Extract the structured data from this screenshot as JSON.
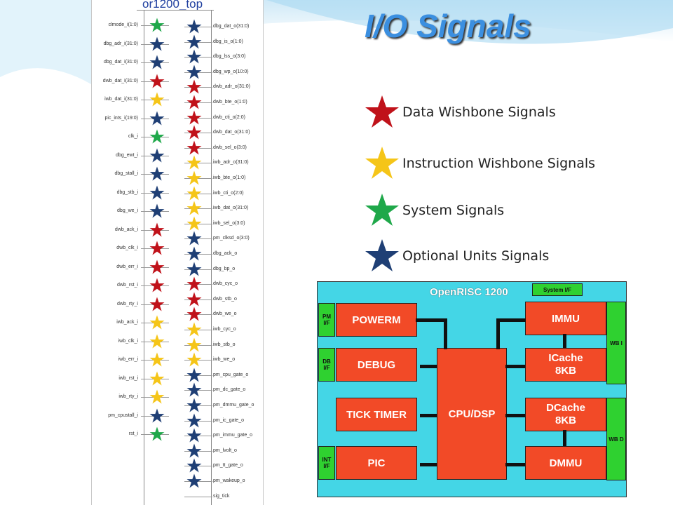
{
  "title": "I/O Signals",
  "top_module": "or1200_top",
  "legend": [
    {
      "label": "Data Wishbone Signals",
      "color": "#c0121a"
    },
    {
      "label": "Instruction Wishbone Signals",
      "color": "#f5c518"
    },
    {
      "label": "System Signals",
      "color": "#1fa84a"
    },
    {
      "label": "Optional Units  Signals",
      "color": "#1f3f75"
    }
  ],
  "left_pins": [
    {
      "name": "clmode_i(1:0)",
      "kind": "system"
    },
    {
      "name": "dbg_adr_i(31:0)",
      "kind": "optional"
    },
    {
      "name": "dbg_dat_i(31:0)",
      "kind": "optional"
    },
    {
      "name": "dwb_dat_i(31:0)",
      "kind": "data"
    },
    {
      "name": "iwb_dat_i(31:0)",
      "kind": "instruction"
    },
    {
      "name": "pic_ints_i(19:0)",
      "kind": "optional"
    },
    {
      "name": "clk_i",
      "kind": "system"
    },
    {
      "name": "dbg_ewt_i",
      "kind": "optional"
    },
    {
      "name": "dbg_stall_i",
      "kind": "optional"
    },
    {
      "name": "dbg_stb_i",
      "kind": "optional"
    },
    {
      "name": "dbg_we_i",
      "kind": "optional"
    },
    {
      "name": "dwb_ack_i",
      "kind": "data"
    },
    {
      "name": "dwb_clk_i",
      "kind": "data"
    },
    {
      "name": "dwb_err_i",
      "kind": "data"
    },
    {
      "name": "dwb_rst_i",
      "kind": "data"
    },
    {
      "name": "dwb_rty_i",
      "kind": "data"
    },
    {
      "name": "iwb_ack_i",
      "kind": "instruction"
    },
    {
      "name": "iwb_clk_i",
      "kind": "instruction"
    },
    {
      "name": "iwb_err_i",
      "kind": "instruction"
    },
    {
      "name": "iwb_rst_i",
      "kind": "instruction"
    },
    {
      "name": "iwb_rty_i",
      "kind": "instruction"
    },
    {
      "name": "pm_cpustall_i",
      "kind": "optional"
    },
    {
      "name": "rst_i",
      "kind": "system"
    }
  ],
  "right_pins": [
    {
      "name": "dbg_dat_o(31:0)",
      "kind": "optional"
    },
    {
      "name": "dbg_is_o(1:0)",
      "kind": "optional"
    },
    {
      "name": "dbg_lss_o(3:0)",
      "kind": "optional"
    },
    {
      "name": "dbg_wp_o(10:0)",
      "kind": "optional"
    },
    {
      "name": "dwb_adr_o(31:0)",
      "kind": "data"
    },
    {
      "name": "dwb_bte_o(1:0)",
      "kind": "data"
    },
    {
      "name": "dwb_cti_o(2:0)",
      "kind": "data"
    },
    {
      "name": "dwb_dat_o(31:0)",
      "kind": "data"
    },
    {
      "name": "dwb_sel_o(3:0)",
      "kind": "data"
    },
    {
      "name": "iwb_adr_o(31:0)",
      "kind": "instruction"
    },
    {
      "name": "iwb_bte_o(1:0)",
      "kind": "instruction"
    },
    {
      "name": "iwb_cti_o(2:0)",
      "kind": "instruction"
    },
    {
      "name": "iwb_dat_o(31:0)",
      "kind": "instruction"
    },
    {
      "name": "iwb_sel_o(3:0)",
      "kind": "instruction"
    },
    {
      "name": "pm_clksd_o(3:0)",
      "kind": "optional"
    },
    {
      "name": "dbg_ack_o",
      "kind": "optional"
    },
    {
      "name": "dbg_bp_o",
      "kind": "optional"
    },
    {
      "name": "dwb_cyc_o",
      "kind": "data"
    },
    {
      "name": "dwb_stb_o",
      "kind": "data"
    },
    {
      "name": "dwb_we_o",
      "kind": "data"
    },
    {
      "name": "iwb_cyc_o",
      "kind": "instruction"
    },
    {
      "name": "iwb_stb_o",
      "kind": "instruction"
    },
    {
      "name": "iwb_we_o",
      "kind": "instruction"
    },
    {
      "name": "pm_cpu_gate_o",
      "kind": "optional"
    },
    {
      "name": "pm_dc_gate_o",
      "kind": "optional"
    },
    {
      "name": "pm_dmmu_gate_o",
      "kind": "optional"
    },
    {
      "name": "pm_ic_gate_o",
      "kind": "optional"
    },
    {
      "name": "pm_immu_gate_o",
      "kind": "optional"
    },
    {
      "name": "pm_lvolt_o",
      "kind": "optional"
    },
    {
      "name": "pm_tt_gate_o",
      "kind": "optional"
    },
    {
      "name": "pm_wakeup_o",
      "kind": "optional"
    },
    {
      "name": "sig_tick",
      "kind": "none"
    }
  ],
  "block_diagram": {
    "title": "OpenRISC 1200",
    "system_if": "System I/F",
    "pm_if": "PM I/F",
    "db_if": "DB I/F",
    "int_if": "INT I/F",
    "wbi": "WB I",
    "wbd": "WB D",
    "powerm": "POWERM",
    "debug": "DEBUG",
    "tick_timer": "TICK TIMER",
    "pic": "PIC",
    "cpu": "CPU/DSP",
    "immu": "IMMU",
    "icache": "ICache 8KB",
    "dcache": "DCache 8KB",
    "dmmu": "DMMU"
  },
  "kind_colors": {
    "data": "#c0121a",
    "instruction": "#f5c518",
    "system": "#1fa84a",
    "optional": "#1f3f75"
  }
}
